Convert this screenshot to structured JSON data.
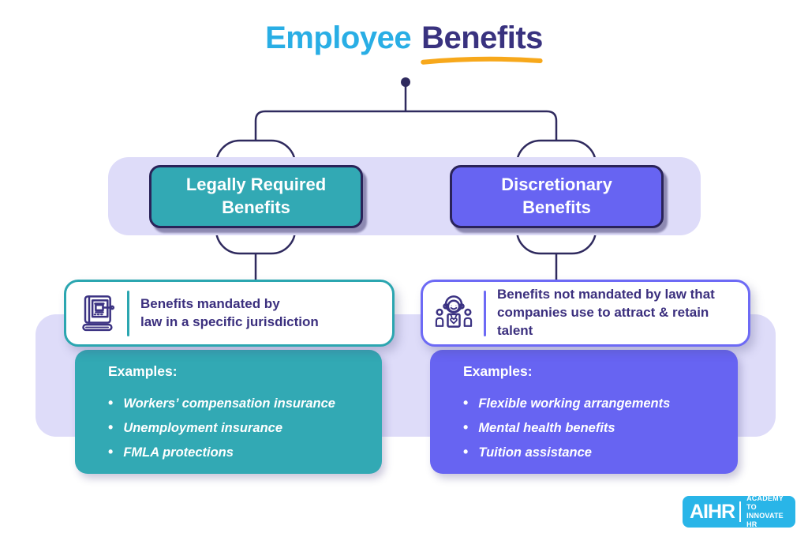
{
  "title": {
    "word1": "Employee",
    "word2": "Benefits"
  },
  "branches": {
    "left": {
      "label": "Legally Required\nBenefits",
      "description": "Benefits mandated by\nlaw in a specific jurisdiction",
      "examples_heading": "Examples:",
      "examples": [
        "Workers’ compensation insurance",
        "Unemployment insurance",
        "FMLA protections"
      ],
      "accent_color": "#32A9B4"
    },
    "right": {
      "label": "Discretionary\nBenefits",
      "description": "Benefits not mandated by law that\ncompanies use to attract & retain talent",
      "examples_heading": "Examples:",
      "examples": [
        "Flexible working arrangements",
        "Mental health benefits",
        "Tuition assistance"
      ],
      "accent_color": "#6764F2"
    }
  },
  "icons": {
    "left": "law-book-gavel-icon",
    "right": "talent-people-icon"
  },
  "colors": {
    "title_blue": "#29AEE5",
    "title_navy": "#39327F",
    "underline_orange": "#F7A81B",
    "line_navy": "#2F2A5E",
    "band_lavender": "#DEDCF9",
    "icon_stroke": "#3B3282",
    "card_text_navy": "#3B2F7E",
    "logo_blue": "#29B5E8"
  },
  "logo": {
    "brand": "AIHR",
    "tagline": [
      "ACADEMY TO",
      "INNOVATE HR"
    ]
  }
}
